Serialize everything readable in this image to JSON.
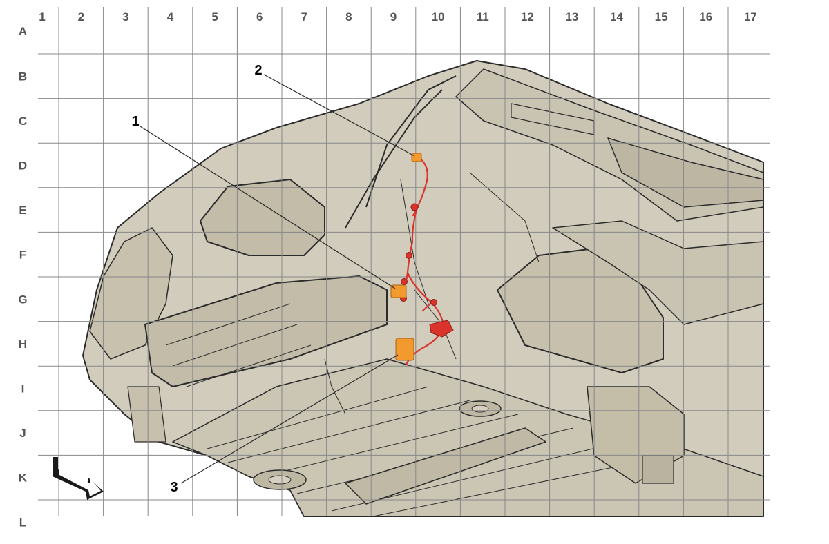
{
  "grid": {
    "columns": [
      "1",
      "2",
      "3",
      "4",
      "5",
      "6",
      "7",
      "8",
      "9",
      "10",
      "11",
      "12",
      "13",
      "14",
      "15",
      "16",
      "17"
    ],
    "rows": [
      "A",
      "B",
      "C",
      "D",
      "E",
      "F",
      "G",
      "H",
      "I",
      "J",
      "K",
      "L"
    ]
  },
  "callouts": [
    {
      "label": "1"
    },
    {
      "label": "2"
    },
    {
      "label": "3"
    }
  ],
  "colors": {
    "body_fill": "#d2ccbc",
    "line": "#2b2b2b",
    "grid": "#888888",
    "harness": "#d9332b",
    "connector": "#f29a2e"
  },
  "icons": {
    "direction_arrow": "direction-arrow-icon"
  }
}
